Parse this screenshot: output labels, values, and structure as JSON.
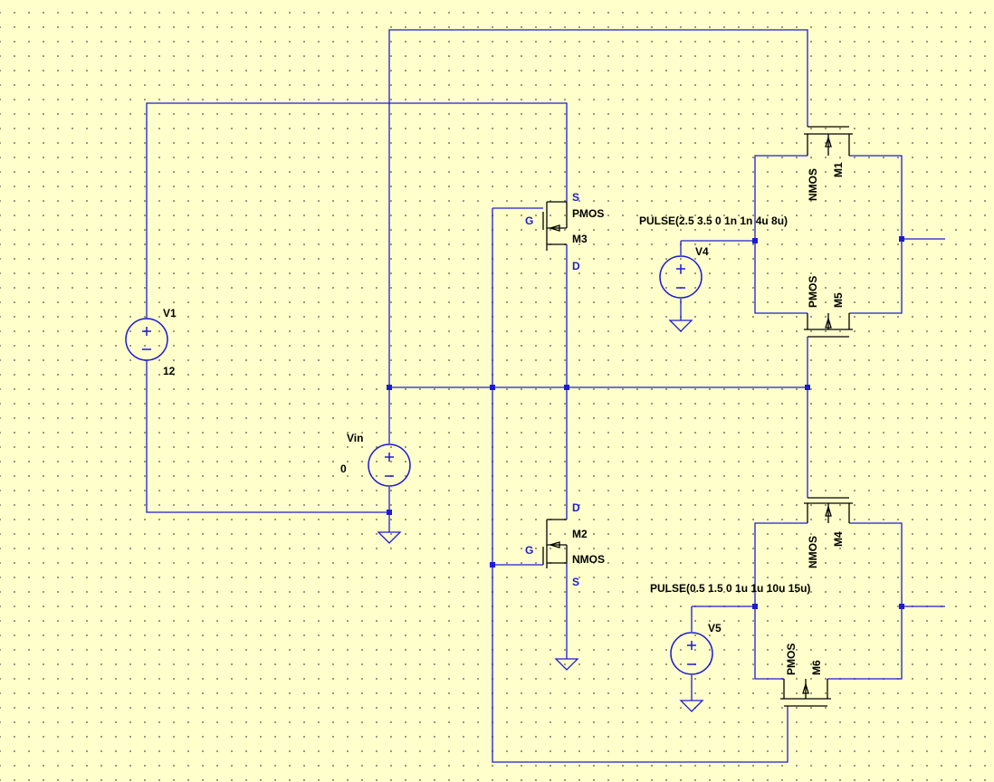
{
  "sources": {
    "v1": {
      "name": "V1",
      "value": "12"
    },
    "vin": {
      "name": "Vin",
      "value": "0"
    },
    "v4": {
      "name": "V4",
      "value": "PULSE(2.5 3.5 0 1n 1n 4u 8u)"
    },
    "v5": {
      "name": "V5",
      "value": "PULSE(0.5 1.5 0 1u 1u 10u 15u)"
    }
  },
  "mosfets": {
    "m3": {
      "name": "M3",
      "model": "PMOS",
      "pins": {
        "s": "S",
        "g": "G",
        "d": "D"
      }
    },
    "m2": {
      "name": "M2",
      "model": "NMOS",
      "pins": {
        "d": "D",
        "g": "G",
        "s": "S"
      }
    },
    "m1": {
      "name": "M1",
      "model": "NMOS"
    },
    "m5": {
      "name": "M5",
      "model": "PMOS"
    },
    "m4": {
      "name": "M4",
      "model": "NMOS"
    },
    "m6": {
      "name": "M6",
      "model": "PMOS"
    }
  },
  "colors": {
    "background": "#ffffcc",
    "wire": "#1c1cd4",
    "component": "#000000",
    "pin_label": "#1c1cd4"
  }
}
